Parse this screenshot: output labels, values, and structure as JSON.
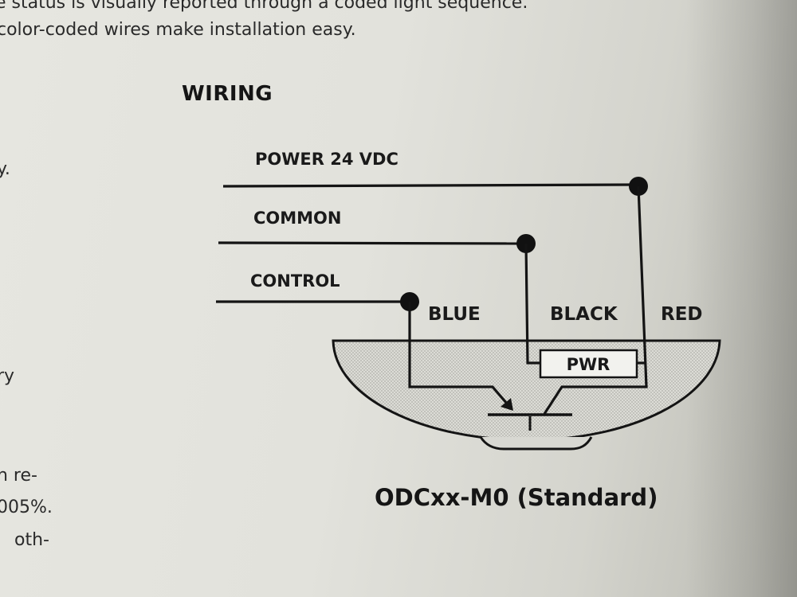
{
  "body_text": {
    "line1": "e status is visually reported through a coded light sequence.",
    "line2": "color-coded wires make installation easy.",
    "frag1": "y.",
    "frag2": "ry",
    "frag3": "h re-",
    "frag4": "005%.",
    "frag5": "oth-"
  },
  "section_heading": "WIRING",
  "wiring_diagram": {
    "lines": {
      "power": "POWER 24 VDC",
      "common": "COMMON",
      "control": "CONTROL"
    },
    "wire_colors": {
      "blue": "BLUE",
      "black": "BLACK",
      "red": "RED"
    },
    "component_label": "PWR"
  },
  "caption": "ODCxx-M0 (Standard)"
}
